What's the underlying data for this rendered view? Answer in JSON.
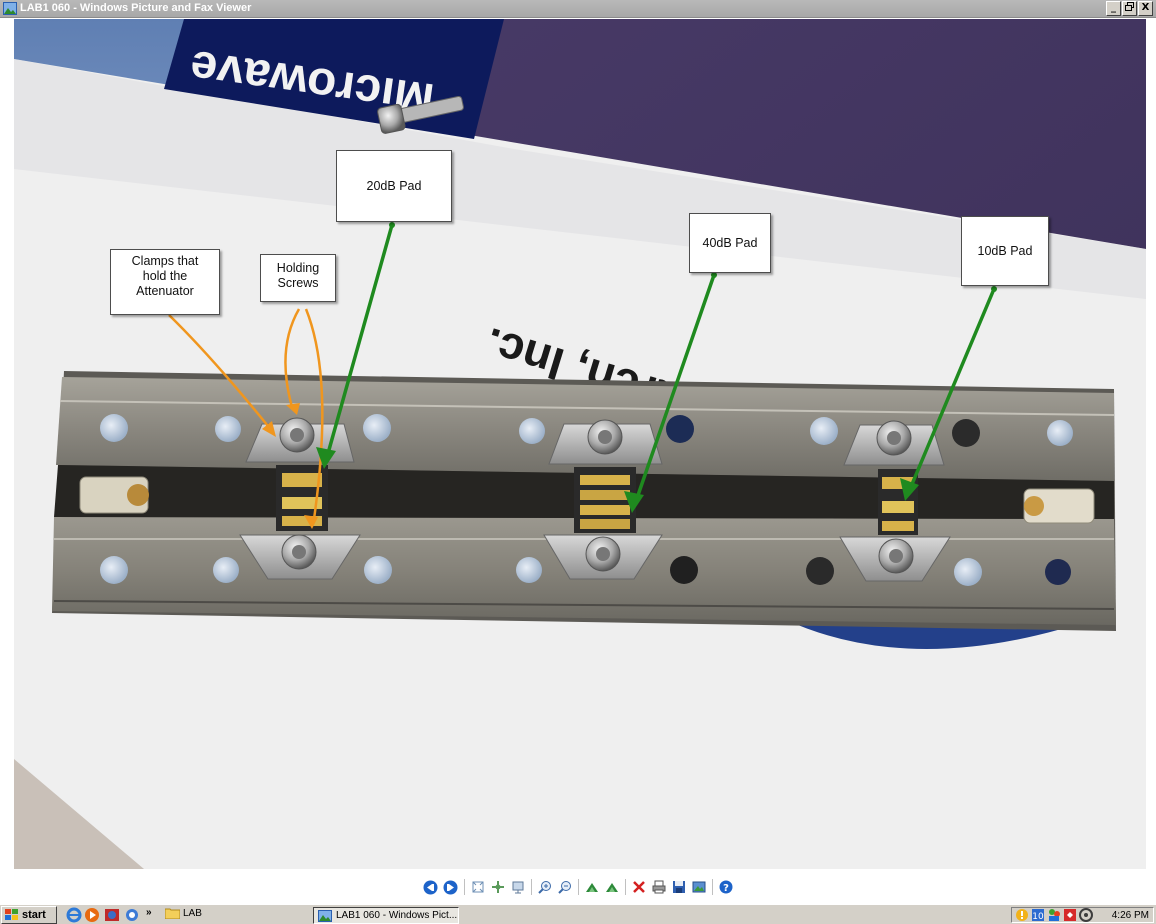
{
  "window": {
    "title": "LAB1 060 - Windows Picture and Fax Viewer",
    "controls": {
      "minimize": "_",
      "maximize": "🗗",
      "close": "X"
    }
  },
  "callouts": {
    "clamps": [
      "Clamps that",
      "hold the",
      "Attenuator"
    ],
    "screws": [
      "Holding",
      "Screws"
    ],
    "pad20": "20dB Pad",
    "pad40": "40dB Pad",
    "pad10": "10dB Pad"
  },
  "photo_text": {
    "logo_top": "Microwave",
    "logo_mid": "Research, Inc."
  },
  "toolbar": {
    "icons": [
      "previous-image-icon",
      "next-image-icon",
      "best-fit-icon",
      "actual-size-icon",
      "slideshow-icon",
      "zoom-in-icon",
      "zoom-out-icon",
      "rotate-clockwise-icon",
      "rotate-counterclockwise-icon",
      "delete-icon",
      "print-icon",
      "save-icon",
      "edit-icon",
      "help-icon"
    ]
  },
  "taskbar": {
    "start_label": "start",
    "chevron": "»",
    "folder_label": "LAB",
    "task_label": "LAB1 060 - Windows Pict...",
    "clock": "4:26 PM"
  },
  "colors": {
    "arrow_green": "#1f8a1f",
    "arrow_orange": "#f0961e",
    "titlebar": "#b0b0b0",
    "taskbar": "#d4d0c8"
  }
}
